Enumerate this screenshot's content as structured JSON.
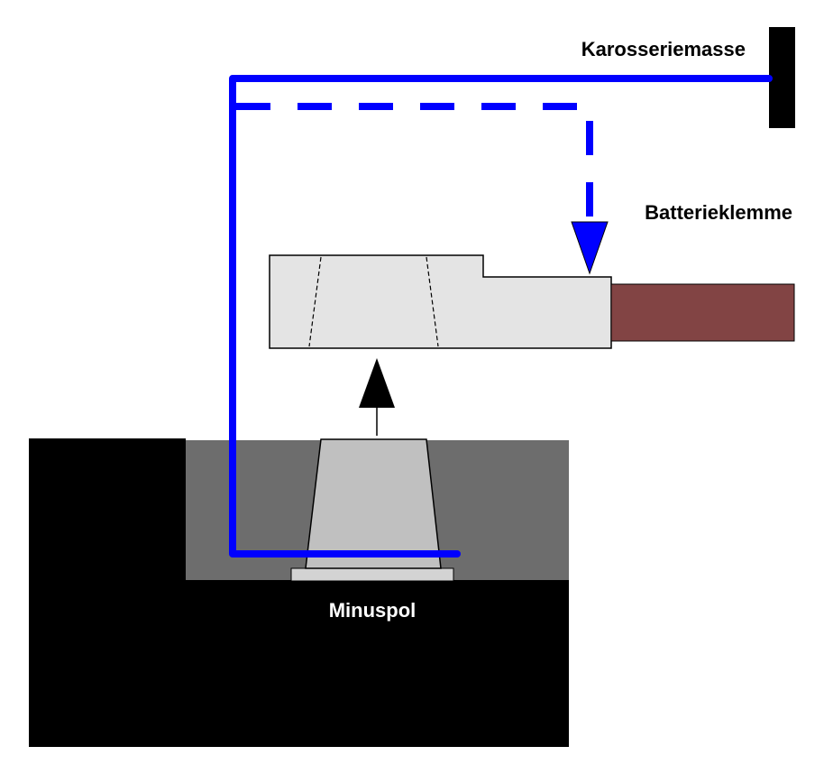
{
  "labels": {
    "karosseriemasse": "Karosseriemasse",
    "batterieklemme": "Batterieklemme",
    "minuspol": "Minuspol"
  },
  "colors": {
    "background": "#ffffff",
    "battery_body": "#000000",
    "battery_recess": "#6d6d6d",
    "terminal_post": "#c0c0c0",
    "terminal_base": "#d3d3d3",
    "clamp": "#e4e4e4",
    "cable": "#824444",
    "wire": "#0000ff",
    "ground_bar": "#000000",
    "arrow": "#000000",
    "label_dark": "#000000",
    "label_light": "#ffffff"
  }
}
